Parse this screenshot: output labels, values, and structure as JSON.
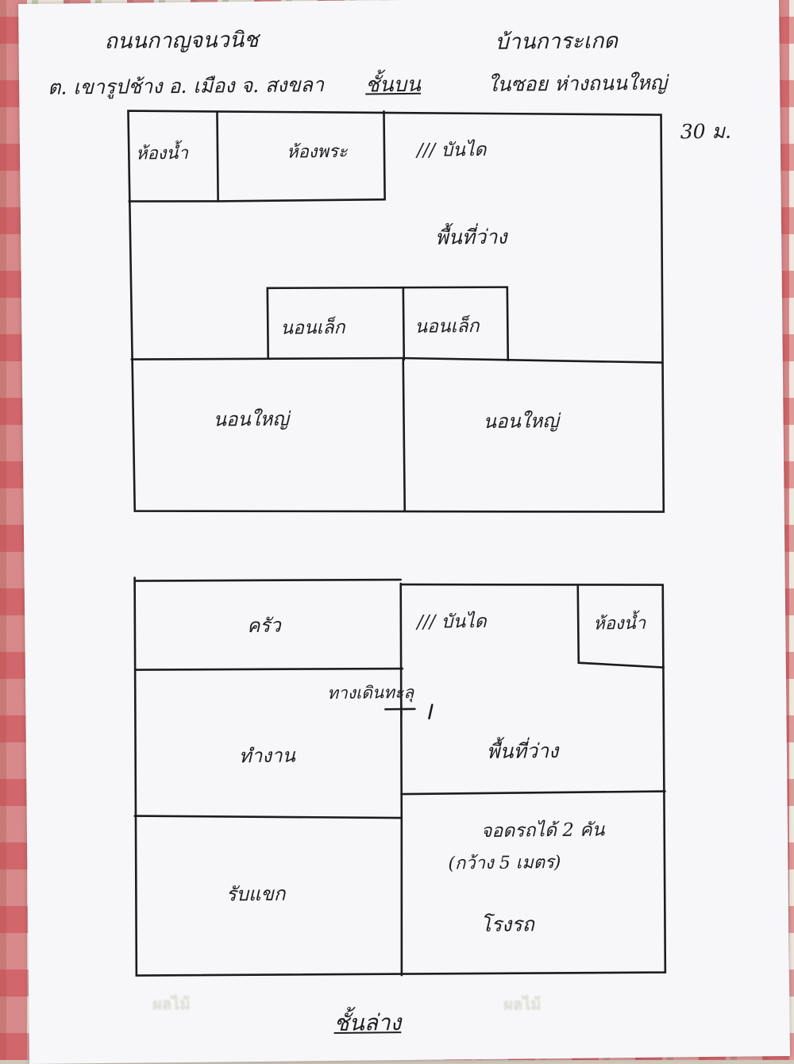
{
  "header": {
    "road": "ถนนกาญจนวนิช",
    "location": "ต. เขารูปช้าง อ. เมือง จ. สงขลา",
    "house_type": "บ้านการะเกด",
    "in_soi": "ในซอย ห่างถนนใหญ่",
    "distance": "30 ม."
  },
  "upper_floor": {
    "title": "ชั้นบน",
    "rooms": {
      "bathroom": "ห้องน้ำ",
      "shrine_room": "ห้องพระ",
      "stairs": "/// บันได",
      "open_space": "พื้นที่ว่าง",
      "small_bedroom_1": "นอนเล็ก",
      "small_bedroom_2": "นอนเล็ก",
      "big_bedroom_1": "นอนใหญ่",
      "big_bedroom_2": "นอนใหญ่"
    }
  },
  "lower_floor": {
    "title": "ชั้นล่าง",
    "rooms": {
      "kitchen": "ครัว",
      "stairs": "/// บันได",
      "bathroom": "ห้องน้ำ",
      "walkway": "ทางเดินทะลุ",
      "work_room": "ทำงาน",
      "open_space": "พื้นที่ว่าง",
      "parking": "จอดรถได้ 2 คัน",
      "parking_width": "(กว้าง 5 เมตร)",
      "garage": "โรงรถ",
      "living_room": "รับแขก"
    },
    "faint_left": "ผลไม้",
    "faint_right": "ผลไม้"
  }
}
